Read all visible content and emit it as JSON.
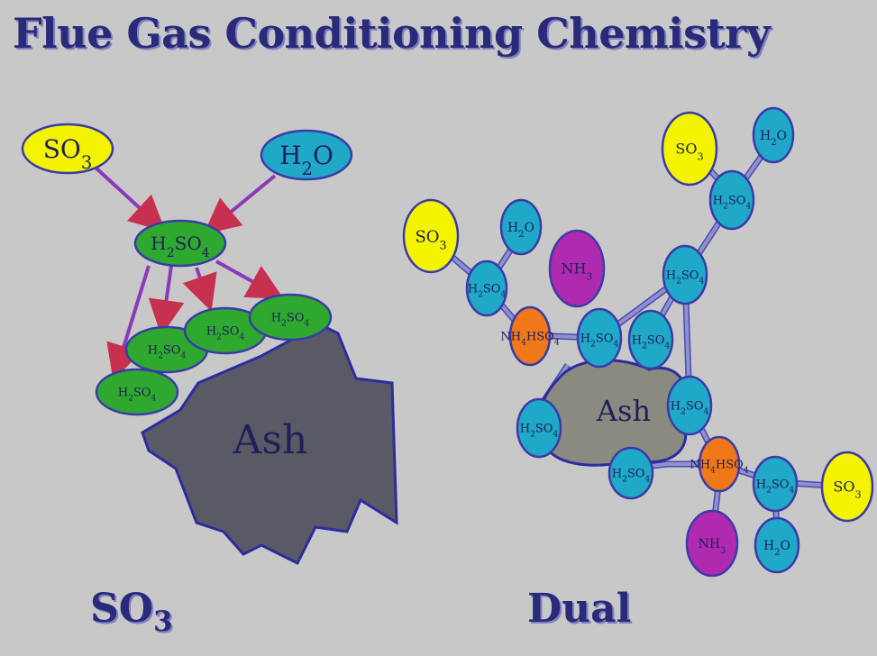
{
  "title": "Flue Gas Conditioning Chemistry",
  "captions": {
    "left": "SO3",
    "right": "Dual"
  },
  "labels": {
    "so3": "SO3",
    "h2o": "H2O",
    "h2so4": "H2SO4",
    "nh3": "NH3",
    "nh4hso4": "NH4HSO4",
    "ash": "Ash"
  },
  "colors": {
    "so3": "#f4f400",
    "h2o": "#1fa8c8",
    "h2so4_green": "#2fa82f",
    "h2so4_blue": "#1fa8c8",
    "nh3": "#b02ab0",
    "nh4hso4": "#f07818",
    "ash_left": "#5a5a66",
    "ash_right": "#8a8a80",
    "arrow": "#8a3ab8",
    "bond": "#9090d0",
    "text": "#2a2a7a"
  }
}
